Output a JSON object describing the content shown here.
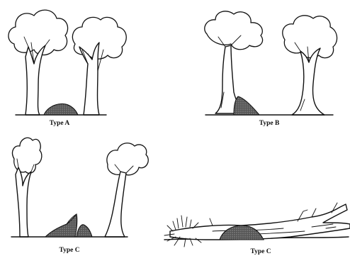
{
  "panels": [
    {
      "id": "a",
      "caption": "Type A"
    },
    {
      "id": "b",
      "caption": "Type B"
    },
    {
      "id": "c1",
      "caption": "Type C"
    },
    {
      "id": "c2",
      "caption": "Type C"
    }
  ],
  "colors": {
    "ink": "#111111",
    "mound": "#444444",
    "paper": "#ffffff"
  }
}
